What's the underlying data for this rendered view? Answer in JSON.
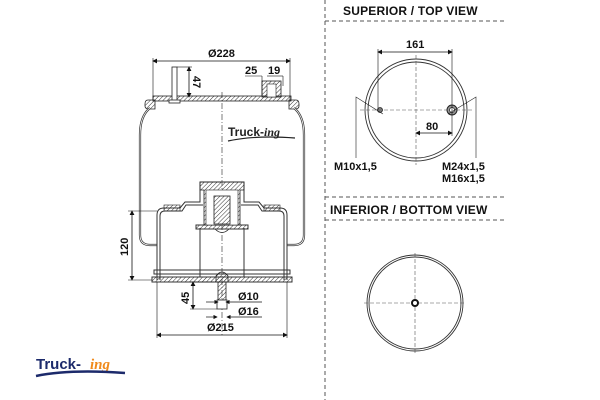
{
  "brand": {
    "name_main": "Truck-",
    "name_suffix": "ing",
    "primary_color": "#1c2a6b",
    "accent_color": "#f08a1c"
  },
  "side_view": {
    "dimensions": {
      "top_diameter": "Ø228",
      "stud_height": "47",
      "port_offset_a": "25",
      "port_offset_b": "19",
      "height": "120",
      "bottom_stud_height": "45",
      "stud_diameter_small": "Ø10",
      "stud_diameter_large": "Ø16",
      "bottom_diameter": "Ø215"
    }
  },
  "top_view": {
    "title": "SUPERIOR / TOP VIEW",
    "dimensions": {
      "stud_spacing": "161",
      "port_offset": "80"
    },
    "threads": {
      "left": "M10x1,5",
      "right_1": "M24x1,5",
      "right_2": "M16x1,5"
    }
  },
  "bottom_view": {
    "title": "INFERIOR / BOTTOM VIEW"
  }
}
